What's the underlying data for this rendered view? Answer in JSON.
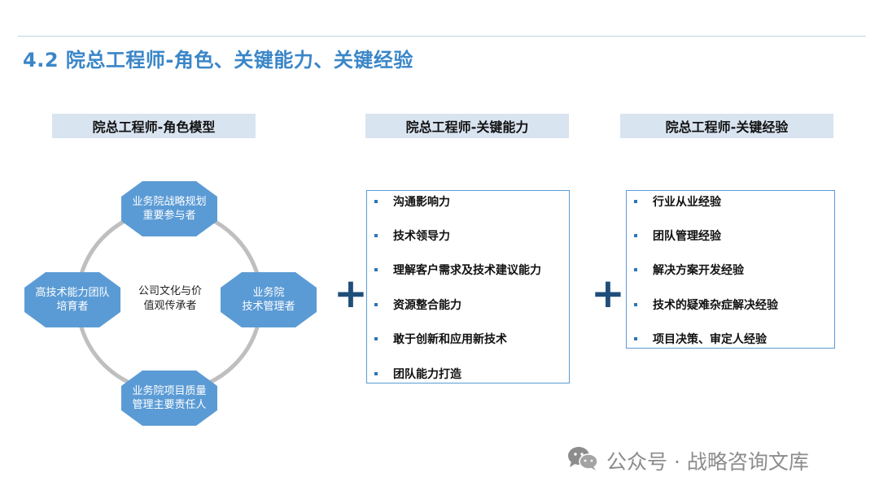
{
  "title": "4.2 院总工程师-角色、关键能力、关键经验",
  "sections": {
    "role_model": {
      "header": "院总工程师-角色模型",
      "center": [
        "公司文化与价",
        "值观传承者"
      ],
      "roles": {
        "top": [
          "业务院战略规划",
          "重要参与者"
        ],
        "left": [
          "高技术能力团队",
          "培育者"
        ],
        "right": [
          "业务院",
          "技术管理者"
        ],
        "bottom": [
          "业务院项目质量",
          "管理主要责任人"
        ]
      },
      "colors": {
        "octagon": "#5b9bd5",
        "ring": "#bfbfbf"
      }
    },
    "abilities": {
      "header": "院总工程师-关键能力",
      "items": [
        "沟通影响力",
        "技术领导力",
        "理解客户需求及技术建议能力",
        "资源整合能力",
        "敢于创新和应用新技术",
        "团队能力打造"
      ]
    },
    "experience": {
      "header": "院总工程师-关键经验",
      "items": [
        "行业从业经验",
        "团队管理经验",
        "解决方案开发经验",
        "技术的疑难杂症解决经验",
        "项目决策、审定人经验"
      ]
    }
  },
  "operators": [
    "+",
    "+"
  ],
  "watermark": {
    "icon": "wechat-icon",
    "text": "公众号 · 战略咨询文库"
  },
  "colors": {
    "title": "#3a86c8",
    "header_bg": "#d9e4f1",
    "plus": "#1f4e79",
    "bullet": "#2e75b6"
  }
}
